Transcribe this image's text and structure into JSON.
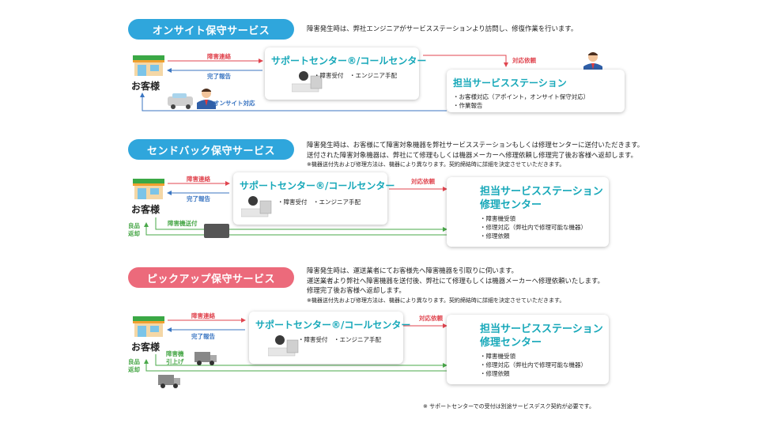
{
  "sections": [
    {
      "title": "オンサイト保守サービス",
      "desc": [
        "障害発生時は、弊社エンジニアがサービスステーションより訪問し、修復作業を行います。"
      ],
      "customer": "お客様",
      "report_label": "障害連絡",
      "done_label": "完了報告",
      "support_title": "サポートセンター®/コールセンター",
      "support_items": "・障害受付　・エンジニア手配",
      "request_label": "対応依頼",
      "station_title": [
        "担当サービスステーション"
      ],
      "station_items": [
        "・お客様対応（アポイント，オンサイト保守対応）",
        "・作業報告"
      ],
      "onsite_label": "オンサイト対応"
    },
    {
      "title": "センドバック保守サービス",
      "desc": [
        "障害発生時は、お客様にて障害対象機器を弊社サービスステーションもしくは修理センターに送付いただきます。",
        "送付された障害対象機器は、弊社にて修理もしくは機器メーカーへ修理依頼し修理完了後お客様へ返却します。"
      ],
      "note": "※機器送付先および修理方法は、機器により異なります。契約締結時に詳細を決定させていただきます。",
      "customer": "お客様",
      "report_label": "障害連絡",
      "done_label": "完了報告",
      "ship_label": "障害機送付",
      "return_label": [
        "良品",
        "返却"
      ],
      "support_title": "サポートセンター®/コールセンター",
      "support_items": "・障害受付　・エンジニア手配",
      "request_label": "対応依頼",
      "station_title": [
        "担当サービスステーション",
        "修理センター"
      ],
      "station_items": [
        "・障害機受領",
        "・修理対応（弊社内で修理可能な機器）",
        "・修理依頼"
      ]
    },
    {
      "title": "ピックアップ保守サービス",
      "desc": [
        "障害発生時は、運送業者にてお客様先へ障害機器を引取りに伺います。",
        "運送業者より弊社へ障害機器を送付後、弊社にて修理もしくは機器メーカーへ修理依頼いたします。",
        "修理完了後お客様へ返却します。"
      ],
      "note": "※機器送付先および修理方法は、機器により異なります。契約締結時に詳細を決定させていただきます。",
      "customer": "お客様",
      "report_label": "障害連絡",
      "done_label": "完了報告",
      "pickup_label": [
        "障害機",
        "引上げ"
      ],
      "return_label": [
        "良品",
        "返却"
      ],
      "support_title": "サポートセンター®/コールセンター",
      "support_items": "・障害受付　・エンジニア手配",
      "request_label": "対応依頼",
      "station_title": [
        "担当サービスステーション",
        "修理センター"
      ],
      "station_items": [
        "・障害機受領",
        "・修理対応（弊社内で修理可能な機器）",
        "・修理依頼"
      ]
    }
  ],
  "footnote": "※ サポートセンターでの受付は別途サービスデスク契約が必要です。",
  "colors": {
    "pill_blue": "#2fa6dc",
    "pill_pink": "#ec6a7b",
    "teal": "#17a8b9",
    "red_arrow": "#e0454f",
    "blue_arrow": "#3b76c2",
    "green_arrow": "#4aa84a"
  }
}
